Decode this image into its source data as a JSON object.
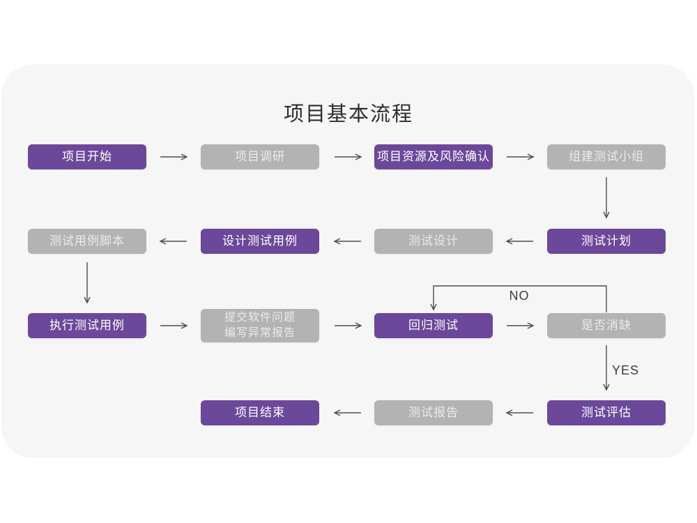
{
  "page": {
    "background": "#ffffff",
    "card_background": "#f6f6f6"
  },
  "title": "项目基本流程",
  "colors": {
    "node_purple": "#6b4899",
    "node_gray": "#b3b3b3",
    "node_text_on_purple": "#ffffff",
    "node_text_on_gray": "#ebebeb",
    "arrow": "#4d4d4d",
    "title_text": "#2e2e2e"
  },
  "flow": {
    "nodes": [
      {
        "id": "project-start",
        "label": "项目开始",
        "variant": "purple"
      },
      {
        "id": "project-research",
        "label": "项目调研",
        "variant": "gray"
      },
      {
        "id": "resources-risk",
        "label": "项目资源及风险确认",
        "variant": "purple"
      },
      {
        "id": "build-test-team",
        "label": "组建测试小组",
        "variant": "gray"
      },
      {
        "id": "test-case-script",
        "label": "测试用例脚本",
        "variant": "gray"
      },
      {
        "id": "design-test-cases",
        "label": "设计测试用例",
        "variant": "purple"
      },
      {
        "id": "test-design",
        "label": "测试设计",
        "variant": "gray"
      },
      {
        "id": "test-plan",
        "label": "测试计划",
        "variant": "purple"
      },
      {
        "id": "run-test-cases",
        "label": "执行测试用例",
        "variant": "purple"
      },
      {
        "id": "submit-issues",
        "lines": [
          "提交软件问题",
          "编写异常报告"
        ],
        "variant": "gray"
      },
      {
        "id": "regression-test",
        "label": "回归测试",
        "variant": "purple"
      },
      {
        "id": "defect-cleared",
        "label": "是否消缺",
        "variant": "gray"
      },
      {
        "id": "project-end",
        "label": "项目结束",
        "variant": "purple"
      },
      {
        "id": "test-report",
        "label": "测试报告",
        "variant": "gray"
      },
      {
        "id": "test-evaluation",
        "label": "测试评估",
        "variant": "purple"
      }
    ],
    "edges": [
      {
        "from": "project-start",
        "to": "project-research"
      },
      {
        "from": "project-research",
        "to": "resources-risk"
      },
      {
        "from": "resources-risk",
        "to": "build-test-team"
      },
      {
        "from": "build-test-team",
        "to": "test-plan"
      },
      {
        "from": "test-plan",
        "to": "test-design"
      },
      {
        "from": "test-design",
        "to": "design-test-cases"
      },
      {
        "from": "design-test-cases",
        "to": "test-case-script"
      },
      {
        "from": "test-case-script",
        "to": "run-test-cases"
      },
      {
        "from": "run-test-cases",
        "to": "submit-issues"
      },
      {
        "from": "submit-issues",
        "to": "regression-test"
      },
      {
        "from": "regression-test",
        "to": "defect-cleared"
      },
      {
        "from": "defect-cleared",
        "to": "regression-test",
        "label": "NO"
      },
      {
        "from": "defect-cleared",
        "to": "test-evaluation",
        "label": "YES"
      },
      {
        "from": "test-evaluation",
        "to": "test-report"
      },
      {
        "from": "test-report",
        "to": "project-end"
      }
    ]
  }
}
